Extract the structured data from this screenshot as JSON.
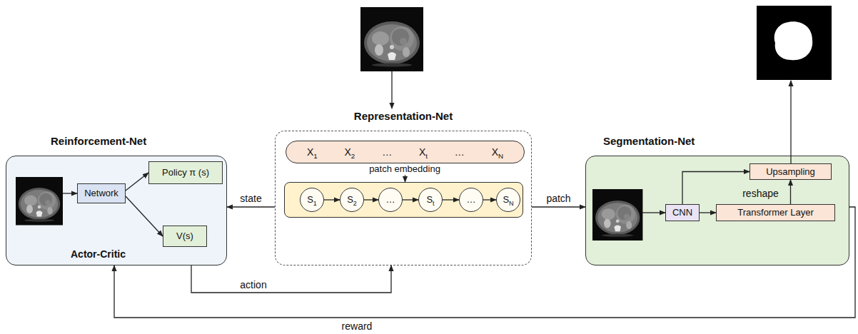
{
  "diagram": {
    "nodes": [
      {
        "text": [
          "Representation-Net"
        ]
      },
      {
        "text": [
          "X1",
          "X2",
          "…",
          "Xt",
          "…",
          "XN"
        ],
        "in": 0
      },
      {
        "text": [],
        "in": 0
      },
      {
        "text": [
          "S1"
        ],
        "in": 2
      },
      {
        "text": [
          "S2"
        ],
        "in": 2
      },
      {
        "text": [
          "…"
        ],
        "in": 2
      },
      {
        "text": [
          "St"
        ],
        "in": 2
      },
      {
        "text": [
          "…"
        ],
        "in": 2
      },
      {
        "text": [
          "SN"
        ],
        "in": 2
      },
      {
        "text": [
          "Reinforcement-Net",
          "Actor-Critic"
        ]
      },
      {
        "text": [
          "Network"
        ],
        "in": 9
      },
      {
        "text": [
          "Policy π (s)"
        ],
        "in": 9
      },
      {
        "text": [
          "V(s)"
        ],
        "in": 9
      },
      {
        "text": [
          "Segmentation-Net"
        ]
      },
      {
        "text": [
          "CNN"
        ],
        "in": 13
      },
      {
        "text": [
          "Transformer Layer"
        ],
        "in": 13
      },
      {
        "text": [
          "Upsampling"
        ],
        "in": 13
      }
    ],
    "edges": [
      {
        "from": 1,
        "to": 2,
        "arrow": "to"
      },
      {
        "from": 3,
        "to": 4,
        "arrow": "to"
      },
      {
        "from": 4,
        "to": 5,
        "arrow": "to"
      },
      {
        "from": 5,
        "to": 6,
        "arrow": "to"
      },
      {
        "from": 6,
        "to": 7,
        "arrow": "to"
      },
      {
        "from": 7,
        "to": 8,
        "arrow": "to"
      },
      {
        "from": 0,
        "to": 9,
        "label": "state",
        "arrow": "to"
      },
      {
        "from": 9,
        "to": 0,
        "label": "action",
        "arrow": "to"
      },
      {
        "from": 0,
        "to": 13,
        "label": "patch",
        "arrow": "to"
      },
      {
        "from": 13,
        "to": 9,
        "label": "reward",
        "arrow": "to"
      },
      {
        "from": 10,
        "to": 11,
        "arrow": "to"
      },
      {
        "from": 10,
        "to": 12,
        "arrow": "to"
      },
      {
        "from": 14,
        "to": 15,
        "arrow": "to"
      },
      {
        "from": 14,
        "to": 16,
        "arrow": "to"
      },
      {
        "from": 15,
        "to": 16,
        "label": "reshape",
        "arrow": "to"
      }
    ],
    "labels": [
      "patch embedding"
    ]
  }
}
